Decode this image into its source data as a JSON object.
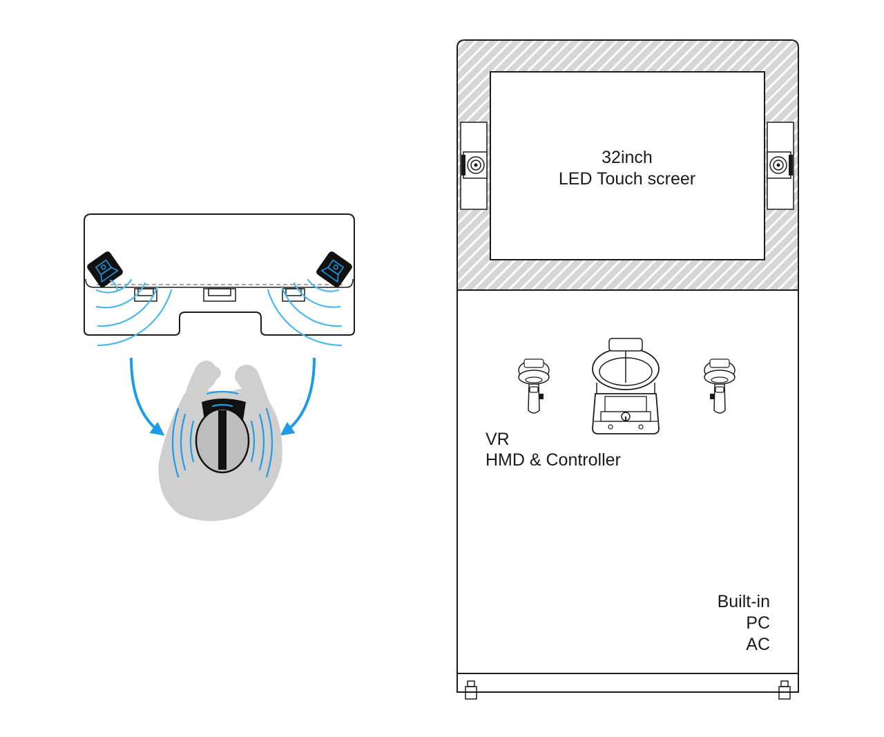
{
  "screen_label": {
    "line1": "32inch",
    "line2": "LED Touch screer"
  },
  "hmd_label": {
    "line1": "VR",
    "line2": "HMD & Controller"
  },
  "builtin_label": {
    "line1": "Built-in",
    "line2": "PC",
    "line3": "AC"
  },
  "colors": {
    "line": "#1a1a1a",
    "accent_blue": "#1e9be6",
    "wave_blue": "#4ab8f0",
    "person_gray": "#cfcfcf",
    "hatch_bg": "#d6d6d6",
    "hatch_stripe": "#ffffff"
  },
  "icons": [
    "base-station-icon",
    "speaker-icon",
    "vr-headset-icon",
    "vr-controller-icon",
    "curved-arrow-icon"
  ]
}
